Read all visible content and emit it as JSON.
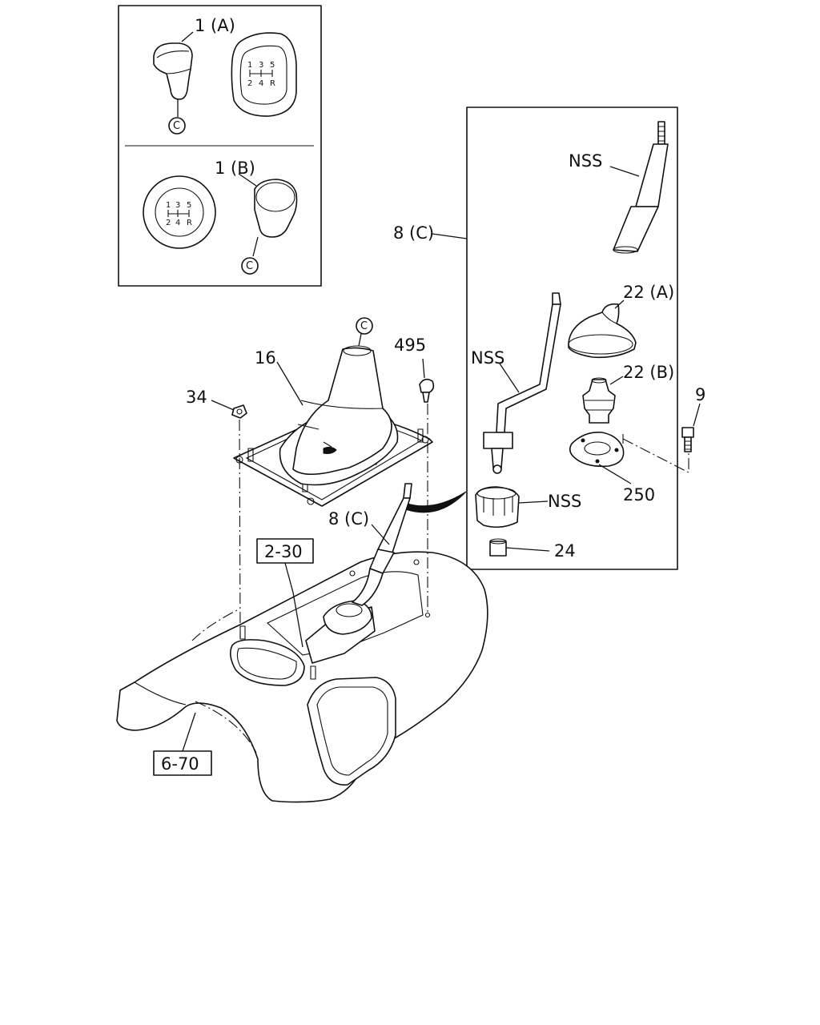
{
  "labels": {
    "knob_a": "1 (A)",
    "knob_b": "1 (B)",
    "c_mark": "C",
    "boot": "16",
    "screw_495": "495",
    "nut_34": "34",
    "lever_8c_main": "8 (C)",
    "lever_8c_inset": "8 (C)",
    "ref_2_30": "2-30",
    "ref_6_70": "6-70",
    "nss_top": "NSS",
    "nss_mid": "NSS",
    "nss_bottom": "NSS",
    "boot_22a": "22 (A)",
    "boot_22b": "22 (B)",
    "bolt_9": "9",
    "plate_250": "250",
    "bush_24": "24"
  },
  "shift_pattern": {
    "top": [
      "1",
      "3",
      "5"
    ],
    "bottom": [
      "2",
      "4",
      "R"
    ]
  }
}
